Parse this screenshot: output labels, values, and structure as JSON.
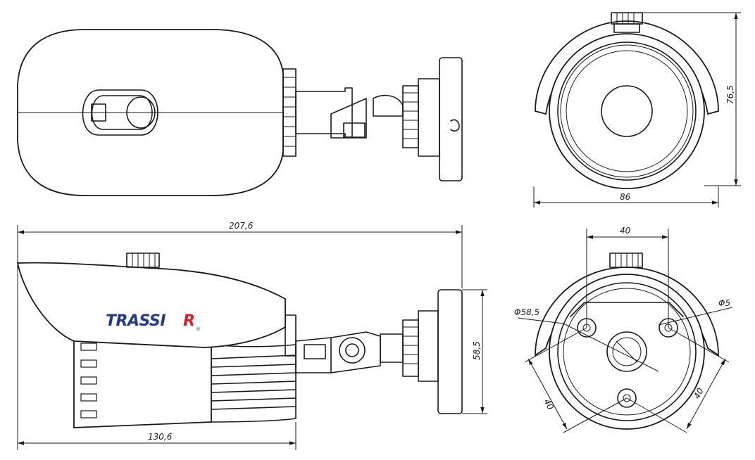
{
  "brand": {
    "logo_text_main": "TRASSI",
    "logo_text_accent": "R",
    "trademark": "®",
    "colors": {
      "main": "#233a8c",
      "accent": "#d6212a"
    }
  },
  "dimensions": {
    "overall_length": "207,6",
    "body_length": "130,6",
    "bracket_height": "58,5",
    "front_width": "86",
    "front_height": "76,5",
    "base_spacing_top": "40",
    "base_spacing_left": "40",
    "base_spacing_right": "40",
    "base_circle_diameter": "Φ58,5",
    "hole_diameter": "Φ5"
  },
  "views": [
    "top-view",
    "front-view",
    "side-view",
    "bottom-view"
  ]
}
